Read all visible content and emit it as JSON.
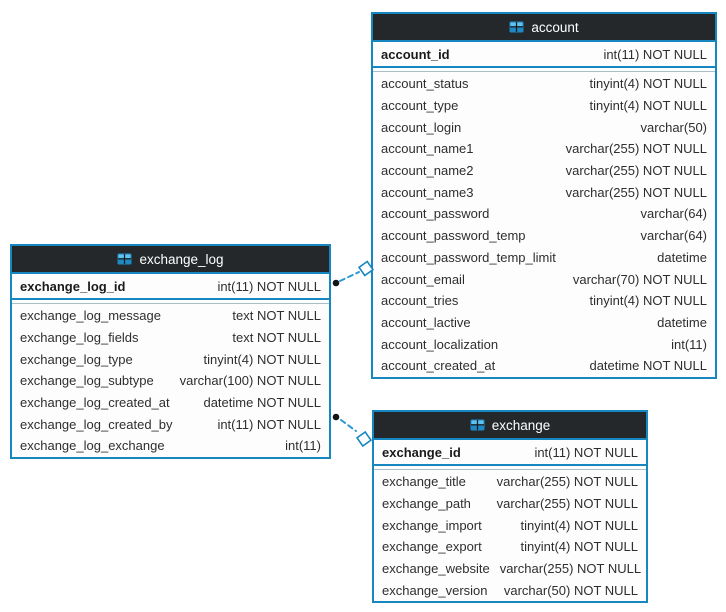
{
  "colors": {
    "accent_blue": "#1787c2",
    "dash_blue": "#2a98d5",
    "header_bg": "#24282b",
    "header_text": "#ffffff",
    "row_text": "#2e2e2e",
    "icon_light_blue": "#5fc3ef",
    "icon_dark_blue": "#1e88c4",
    "connector_dot": "#141414"
  },
  "tables": {
    "account": {
      "title": "account",
      "primary_key": {
        "name": "account_id",
        "type": "int(11) NOT NULL"
      },
      "columns": [
        {
          "name": "account_status",
          "type": "tinyint(4) NOT NULL"
        },
        {
          "name": "account_type",
          "type": "tinyint(4) NOT NULL"
        },
        {
          "name": "account_login",
          "type": "varchar(50)"
        },
        {
          "name": "account_name1",
          "type": "varchar(255) NOT NULL"
        },
        {
          "name": "account_name2",
          "type": "varchar(255) NOT NULL"
        },
        {
          "name": "account_name3",
          "type": "varchar(255) NOT NULL"
        },
        {
          "name": "account_password",
          "type": "varchar(64)"
        },
        {
          "name": "account_password_temp",
          "type": "varchar(64)"
        },
        {
          "name": "account_password_temp_limit",
          "type": "datetime"
        },
        {
          "name": "account_email",
          "type": "varchar(70) NOT NULL"
        },
        {
          "name": "account_tries",
          "type": "tinyint(4) NOT NULL"
        },
        {
          "name": "account_lactive",
          "type": "datetime"
        },
        {
          "name": "account_localization",
          "type": "int(11)"
        },
        {
          "name": "account_created_at",
          "type": "datetime NOT NULL"
        }
      ]
    },
    "exchange_log": {
      "title": "exchange_log",
      "primary_key": {
        "name": "exchange_log_id",
        "type": "int(11) NOT NULL"
      },
      "columns": [
        {
          "name": "exchange_log_message",
          "type": "text NOT NULL"
        },
        {
          "name": "exchange_log_fields",
          "type": "text NOT NULL"
        },
        {
          "name": "exchange_log_type",
          "type": "tinyint(4) NOT NULL"
        },
        {
          "name": "exchange_log_subtype",
          "type": "varchar(100) NOT NULL"
        },
        {
          "name": "exchange_log_created_at",
          "type": "datetime NOT NULL"
        },
        {
          "name": "exchange_log_created_by",
          "type": "int(11) NOT NULL"
        },
        {
          "name": "exchange_log_exchange",
          "type": "int(11)"
        }
      ]
    },
    "exchange": {
      "title": "exchange",
      "primary_key": {
        "name": "exchange_id",
        "type": "int(11) NOT NULL"
      },
      "columns": [
        {
          "name": "exchange_title",
          "type": "varchar(255) NOT NULL"
        },
        {
          "name": "exchange_path",
          "type": "varchar(255) NOT NULL"
        },
        {
          "name": "exchange_import",
          "type": "tinyint(4) NOT NULL"
        },
        {
          "name": "exchange_export",
          "type": "tinyint(4) NOT NULL"
        },
        {
          "name": "exchange_website",
          "type": "varchar(255) NOT NULL"
        },
        {
          "name": "exchange_version",
          "type": "varchar(50) NOT NULL"
        }
      ]
    }
  },
  "relations": [
    {
      "from_table": "exchange_log",
      "from_column": "exchange_log_id",
      "to_table": "account",
      "style": "dashed"
    },
    {
      "from_table": "exchange_log",
      "from_column": "exchange_log_created_by",
      "to_table": "exchange",
      "style": "dashed"
    }
  ]
}
